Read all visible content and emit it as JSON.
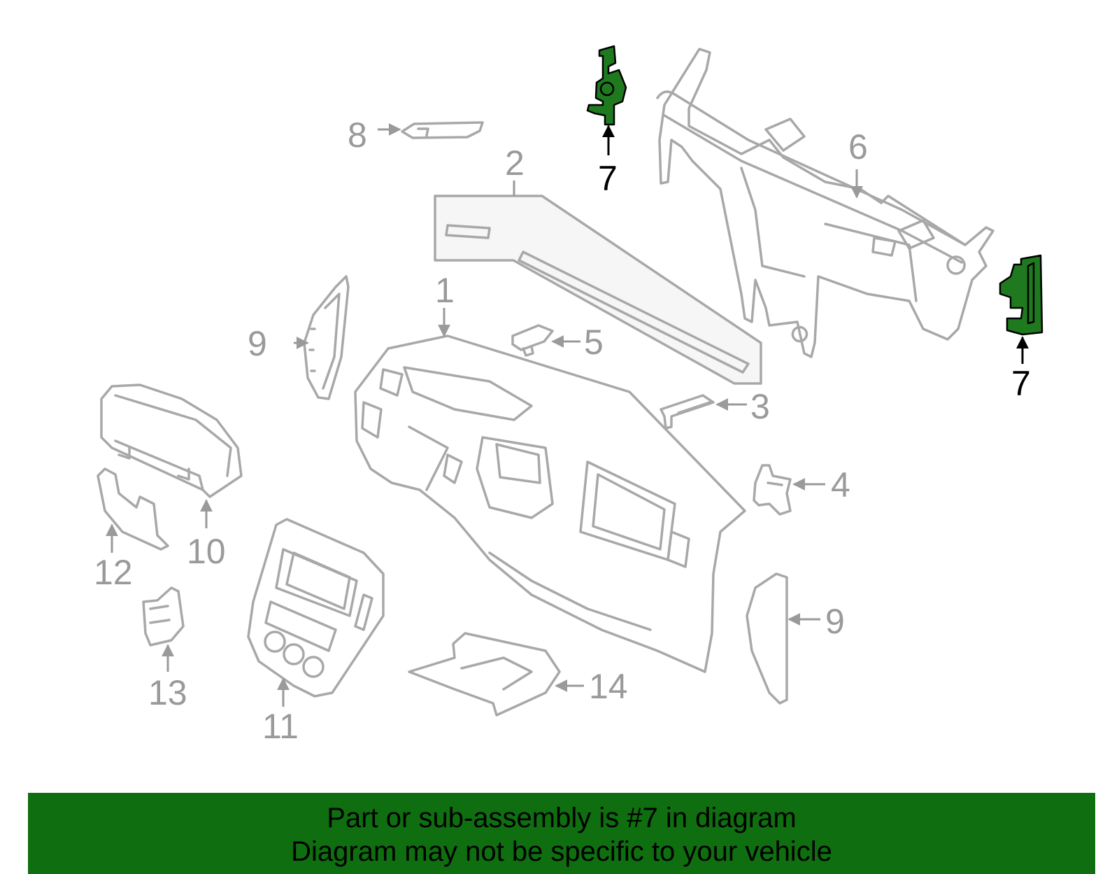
{
  "diagram": {
    "callouts": {
      "c1": "1",
      "c2": "2",
      "c3": "3",
      "c4": "4",
      "c5": "5",
      "c6": "6",
      "c7a": "7",
      "c7b": "7",
      "c8": "8",
      "c9a": "9",
      "c9b": "9",
      "c10": "10",
      "c11": "11",
      "c12": "12",
      "c13": "13",
      "c14": "14"
    },
    "highlight_color": "#1f7a1f",
    "part_color": "#a8a8a8"
  },
  "banner": {
    "line1": "Part or sub-assembly is #7 in diagram",
    "line2": "Diagram may not be specific to your vehicle",
    "background": "#0f6e0f"
  }
}
